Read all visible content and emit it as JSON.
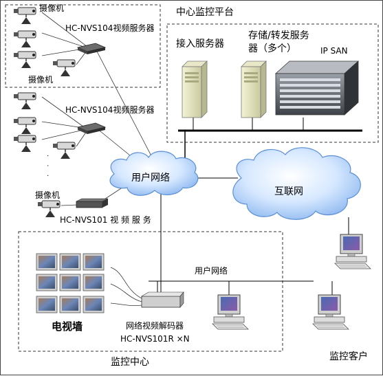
{
  "diagram": {
    "labels": {
      "camera_group_1": "摄像机",
      "camera_group_2": "摄像机",
      "camera_group_3": "摄像机",
      "nvs104_server_1": "HC-NVS104视频服务器",
      "nvs104_server_2": "HC-NVS104视频服务器",
      "nvs101_server": "HC-NVS101 视 频 服 务",
      "center_platform": "中心监控平台",
      "access_server": "接入服务器",
      "storage_server_line1": "存储/转发服务",
      "storage_server_line2": "器（多个）",
      "ip_san": "IP SAN",
      "user_network_cloud": "用户网络",
      "internet_cloud": "互联网",
      "user_network_line": "用户网络",
      "tv_wall": "电视墙",
      "decoder_line1": "网络视频解码器",
      "decoder_line2": "HC-NVS101R  ×N",
      "monitor_center": "监控中心",
      "monitor_client": "监控客户",
      "vertical_dots": "· · ·"
    }
  }
}
